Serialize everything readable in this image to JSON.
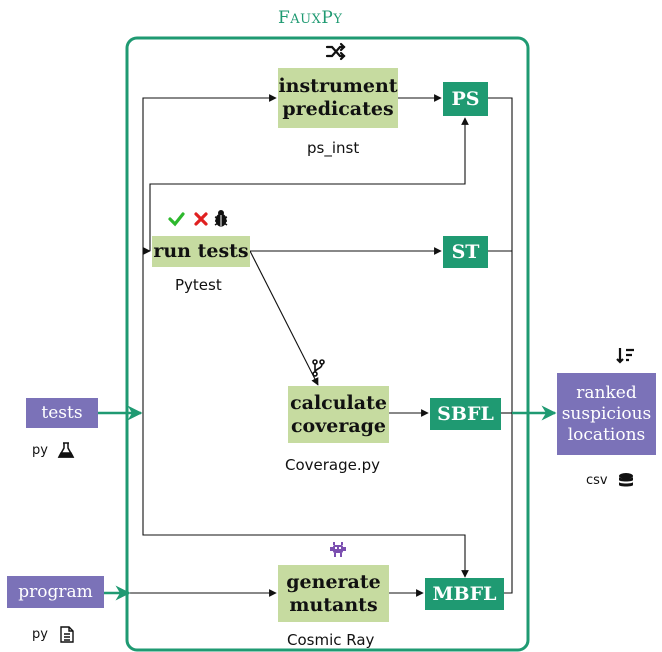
{
  "title": {
    "cap_f": "F",
    "rest_f": "AUX",
    "cap_p": "P",
    "rest_p": "Y"
  },
  "nodes": {
    "instrument": "instrument predicates",
    "run_tests": "run tests",
    "coverage": "calculate coverage",
    "mutants": "generate mutants",
    "ps": "PS",
    "st": "ST",
    "sbfl": "SBFL",
    "mbfl": "MBFL",
    "tests": "tests",
    "program": "program",
    "output": "ranked suspicious locations"
  },
  "tools": {
    "instrument": "ps_inst",
    "run_tests": "Pytest",
    "coverage": "Coverage.py",
    "mutants": "Cosmic Ray"
  },
  "formats": {
    "tests": "py",
    "program": "py",
    "output": "csv"
  },
  "icons": [
    "shuffle-icon",
    "check-icon",
    "cross-icon",
    "bug-icon",
    "branch-icon",
    "mutant-icon",
    "flask-icon",
    "file-icon",
    "database-icon",
    "sort-desc-icon"
  ],
  "colors": {
    "teal": "#1f9a72",
    "green": "#c6dba0",
    "purple": "#7b72b8"
  }
}
